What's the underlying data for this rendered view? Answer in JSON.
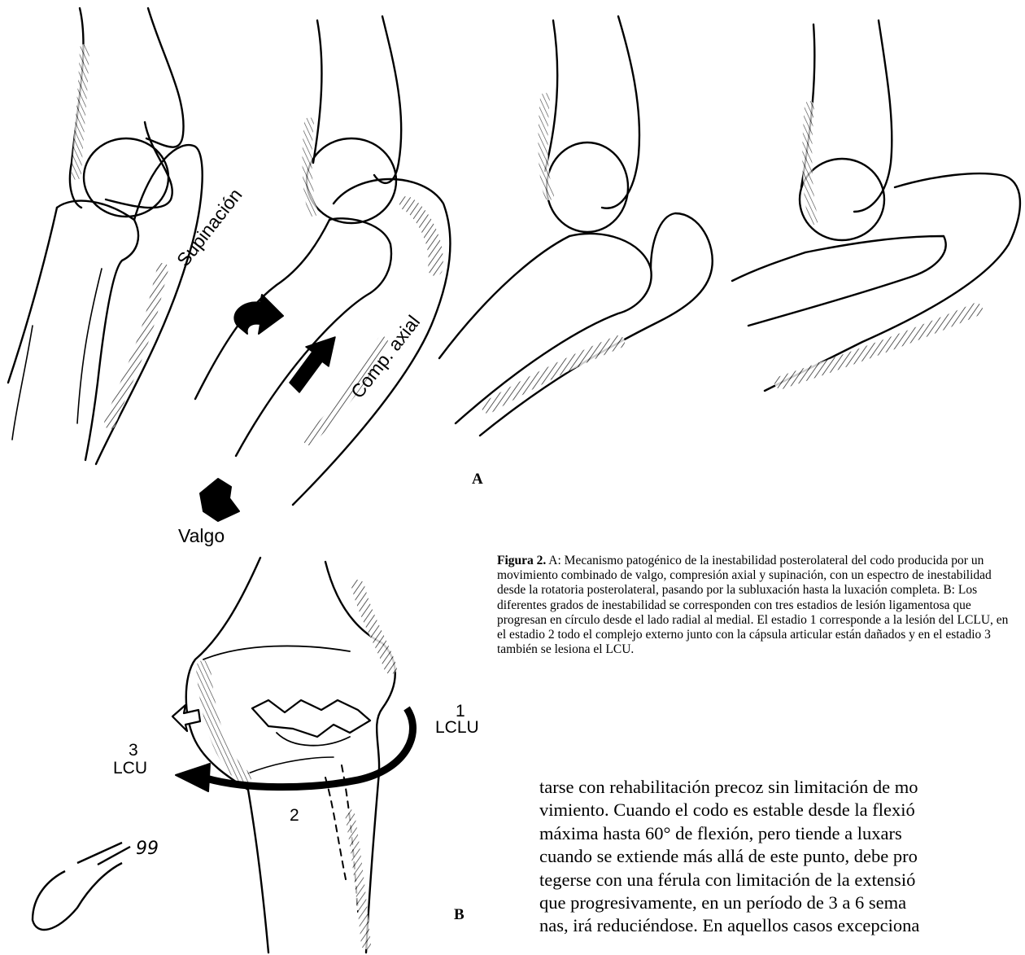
{
  "figure": {
    "panel_a_label": "A",
    "panel_b_label": "B",
    "labels": {
      "supination": "Supinación",
      "axial_compression": "Comp. axial",
      "valgus": "Valgo",
      "stage1_number": "1",
      "stage1_name": "LCLU",
      "stage2_number": "2",
      "stage3_number": "3",
      "stage3_name": "LCU",
      "signature": "99"
    }
  },
  "caption": {
    "title": "Figura 2.",
    "text": " A: Mecanismo patogénico de la inestabilidad posterolateral del codo producida por un movimiento combinado de valgo, compresión axial y supinación, con un espectro de inestabilidad desde la rotatoria posterolateral, pasando por la subluxación hasta la luxación completa. B: Los diferentes grados de inestabilidad se corresponden con tres estadios de lesión ligamentosa que progresan en círculo desde el lado radial al medial. El estadio 1 corresponde a la lesión del LCLU, en el estadio 2 todo el complejo externo junto con la cápsula articular están dañados y en el estadio 3 también se lesiona el LCU."
  },
  "body_lines": [
    "tarse con rehabilitación precoz sin limitación de mo",
    "vimiento. Cuando el codo es estable desde la flexió",
    "máxima hasta 60° de flexión, pero tiende a luxars",
    "cuando se extiende más allá de este punto, debe pro",
    "tegerse con una férula con limitación de la extensió",
    "que progresivamente, en un período de 3 a 6 sema",
    "nas, irá reduciéndose. En aquellos casos excepciona"
  ]
}
